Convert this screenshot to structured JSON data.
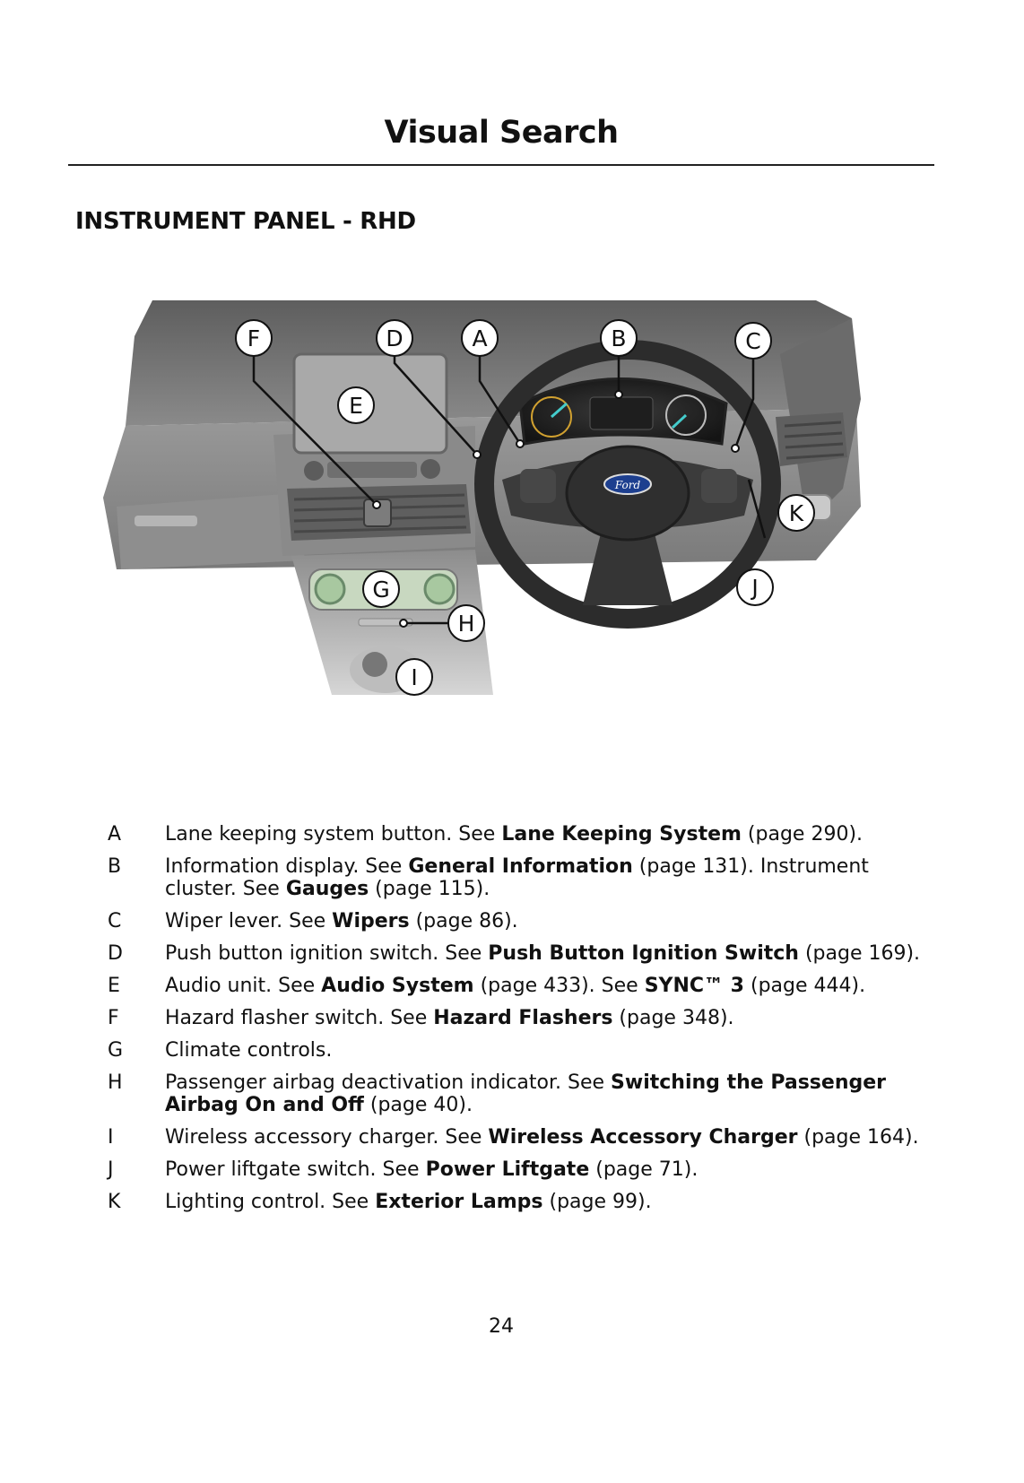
{
  "header": {
    "title": "Visual Search"
  },
  "section": {
    "heading": "INSTRUMENT PANEL - RHD"
  },
  "figure": {
    "callouts": [
      "F",
      "D",
      "A",
      "B",
      "C",
      "E",
      "K",
      "G",
      "J",
      "H",
      "I"
    ],
    "logo_text": "Ford"
  },
  "legend": [
    {
      "key": "A",
      "parts": [
        {
          "t": "Lane keeping system button. See "
        },
        {
          "t": "Lane Keeping System",
          "b": true
        },
        {
          "t": " (page 290)."
        }
      ]
    },
    {
      "key": "B",
      "parts": [
        {
          "t": "Information display.  See "
        },
        {
          "t": "General Information",
          "b": true
        },
        {
          "t": " (page 131). Instrument cluster. See "
        },
        {
          "t": "Gauges",
          "b": true
        },
        {
          "t": " (page 115)."
        }
      ]
    },
    {
      "key": "C",
      "parts": [
        {
          "t": "Wiper lever. See "
        },
        {
          "t": "Wipers",
          "b": true
        },
        {
          "t": " (page 86)."
        }
      ]
    },
    {
      "key": "D",
      "parts": [
        {
          "t": "Push button ignition switch. See "
        },
        {
          "t": "Push Button Ignition Switch",
          "b": true
        },
        {
          "t": " (page 169)."
        }
      ]
    },
    {
      "key": "E",
      "parts": [
        {
          "t": "Audio unit. See "
        },
        {
          "t": "Audio System",
          "b": true
        },
        {
          "t": " (page 433).  See "
        },
        {
          "t": "SYNC™ 3",
          "b": true
        },
        {
          "t": " (page 444)."
        }
      ]
    },
    {
      "key": "F",
      "parts": [
        {
          "t": "Hazard flasher switch. See "
        },
        {
          "t": "Hazard Flashers",
          "b": true
        },
        {
          "t": " (page 348)."
        }
      ]
    },
    {
      "key": "G",
      "parts": [
        {
          "t": "Climate controls."
        }
      ]
    },
    {
      "key": "H",
      "parts": [
        {
          "t": "Passenger airbag deactivation indicator. See "
        },
        {
          "t": "Switching the Passenger Airbag On and Off",
          "b": true
        },
        {
          "t": " (page 40)."
        }
      ]
    },
    {
      "key": "I",
      "parts": [
        {
          "t": "Wireless accessory charger. See "
        },
        {
          "t": "Wireless Accessory Charger",
          "b": true
        },
        {
          "t": " (page 164)."
        }
      ]
    },
    {
      "key": "J",
      "parts": [
        {
          "t": "Power liftgate switch. See "
        },
        {
          "t": "Power Liftgate",
          "b": true
        },
        {
          "t": " (page 71)."
        }
      ]
    },
    {
      "key": "K",
      "parts": [
        {
          "t": "Lighting control. See "
        },
        {
          "t": "Exterior Lamps",
          "b": true
        },
        {
          "t": " (page 99)."
        }
      ]
    }
  ],
  "footer": {
    "page_number": "24"
  }
}
